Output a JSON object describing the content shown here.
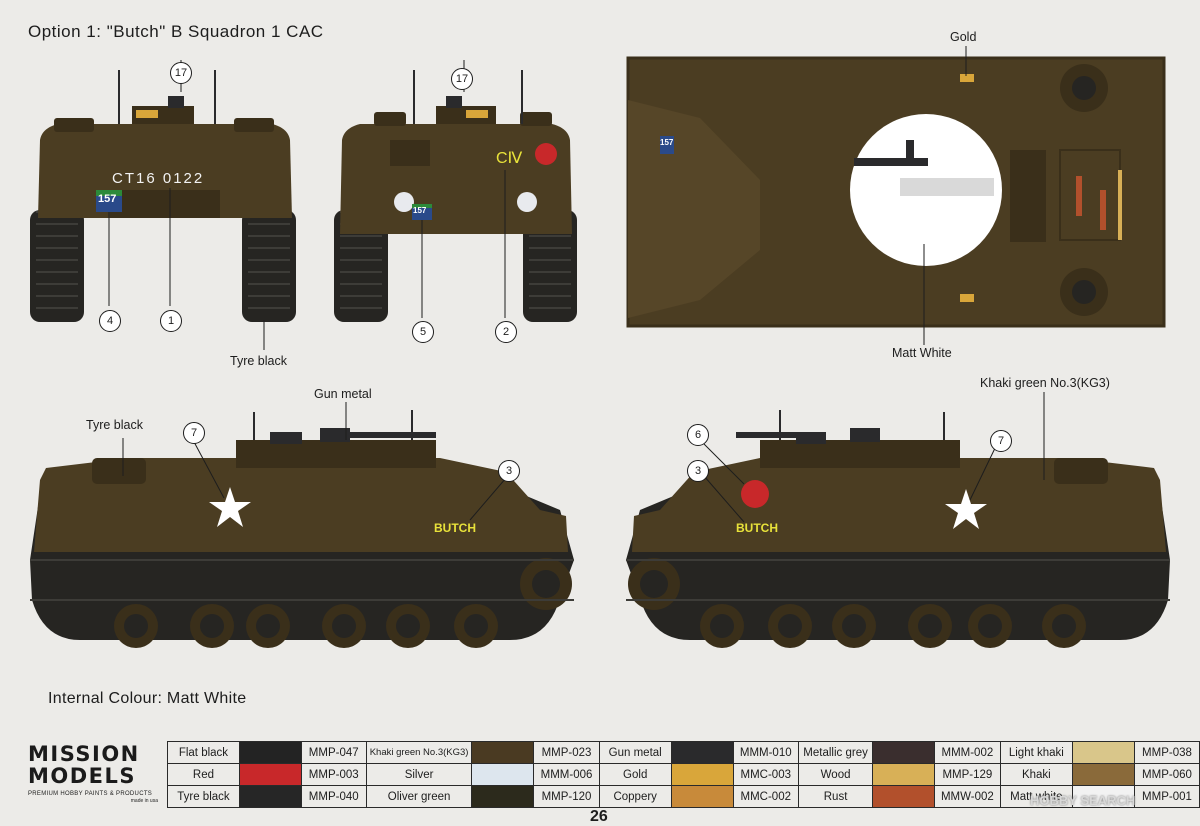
{
  "title": "Option 1: \"Butch\" B Squadron 1 CAC",
  "internal": "Internal Colour: Matt White",
  "page_number": "26",
  "markings": {
    "serial": "CT16 0122",
    "cv": "CⅣ",
    "bridge": "157",
    "name": "BUTCH"
  },
  "labels": {
    "tyre_black_top": "Tyre black",
    "gold": "Gold",
    "matt_white": "Matt White",
    "gun_metal": "Gun metal",
    "tyre_black_side": "Tyre black",
    "khaki_green": "Khaki green No.3(KG3)"
  },
  "callouts": {
    "c17a": "17",
    "c17b": "17",
    "c4": "4",
    "c1": "1",
    "c5": "5",
    "c2": "2",
    "c7a": "7",
    "c3a": "3",
    "c6": "6",
    "c3b": "3",
    "c7b": "7"
  },
  "colors": {
    "hull": "#4b3d22",
    "hull_dark": "#3a2f1a",
    "track": "#262522",
    "star": "#ffffff",
    "marking_yellow": "#e8e23a"
  },
  "brand": {
    "line1": "MISSION",
    "line2": "MODELS",
    "tagline": "PREMIUM HOBBY PAINTS & PRODUCTS",
    "made": "made in usa"
  },
  "watermark": "HOBBY SEARCH",
  "paints": [
    [
      {
        "name": "Flat black",
        "color": "#232323",
        "code": "MMP-047"
      },
      {
        "name": "Khaki green No.3(KG3)",
        "color": "#4a3a22",
        "code": "MMP-023"
      },
      {
        "name": "Gun metal",
        "color": "#2a2a2c",
        "code": "MMM-010"
      },
      {
        "name": "Metallic grey",
        "color": "#3a2e2e",
        "code": "MMM-002"
      },
      {
        "name": "Light khaki",
        "color": "#d9c68a",
        "code": "MMP-038"
      }
    ],
    [
      {
        "name": "Red",
        "color": "#c8282a",
        "code": "MMP-003"
      },
      {
        "name": "Silver",
        "color": "#dde6ee",
        "code": "MMM-006"
      },
      {
        "name": "Gold",
        "color": "#d9a63a",
        "code": "MMC-003"
      },
      {
        "name": "Wood",
        "color": "#d8b057",
        "code": "MMP-129"
      },
      {
        "name": "Khaki",
        "color": "#8a6a3a",
        "code": "MMP-060"
      }
    ],
    [
      {
        "name": "Tyre black",
        "color": "#262626",
        "code": "MMP-040"
      },
      {
        "name": "Oliver green",
        "color": "#2c2a1c",
        "code": "MMP-120"
      },
      {
        "name": "Coppery",
        "color": "#c88a3a",
        "code": "MMC-002"
      },
      {
        "name": "Rust",
        "color": "#b2502c",
        "code": "MMW-002"
      },
      {
        "name": "Matt white",
        "color": "#f2f2f2",
        "code": "MMP-001"
      }
    ]
  ]
}
